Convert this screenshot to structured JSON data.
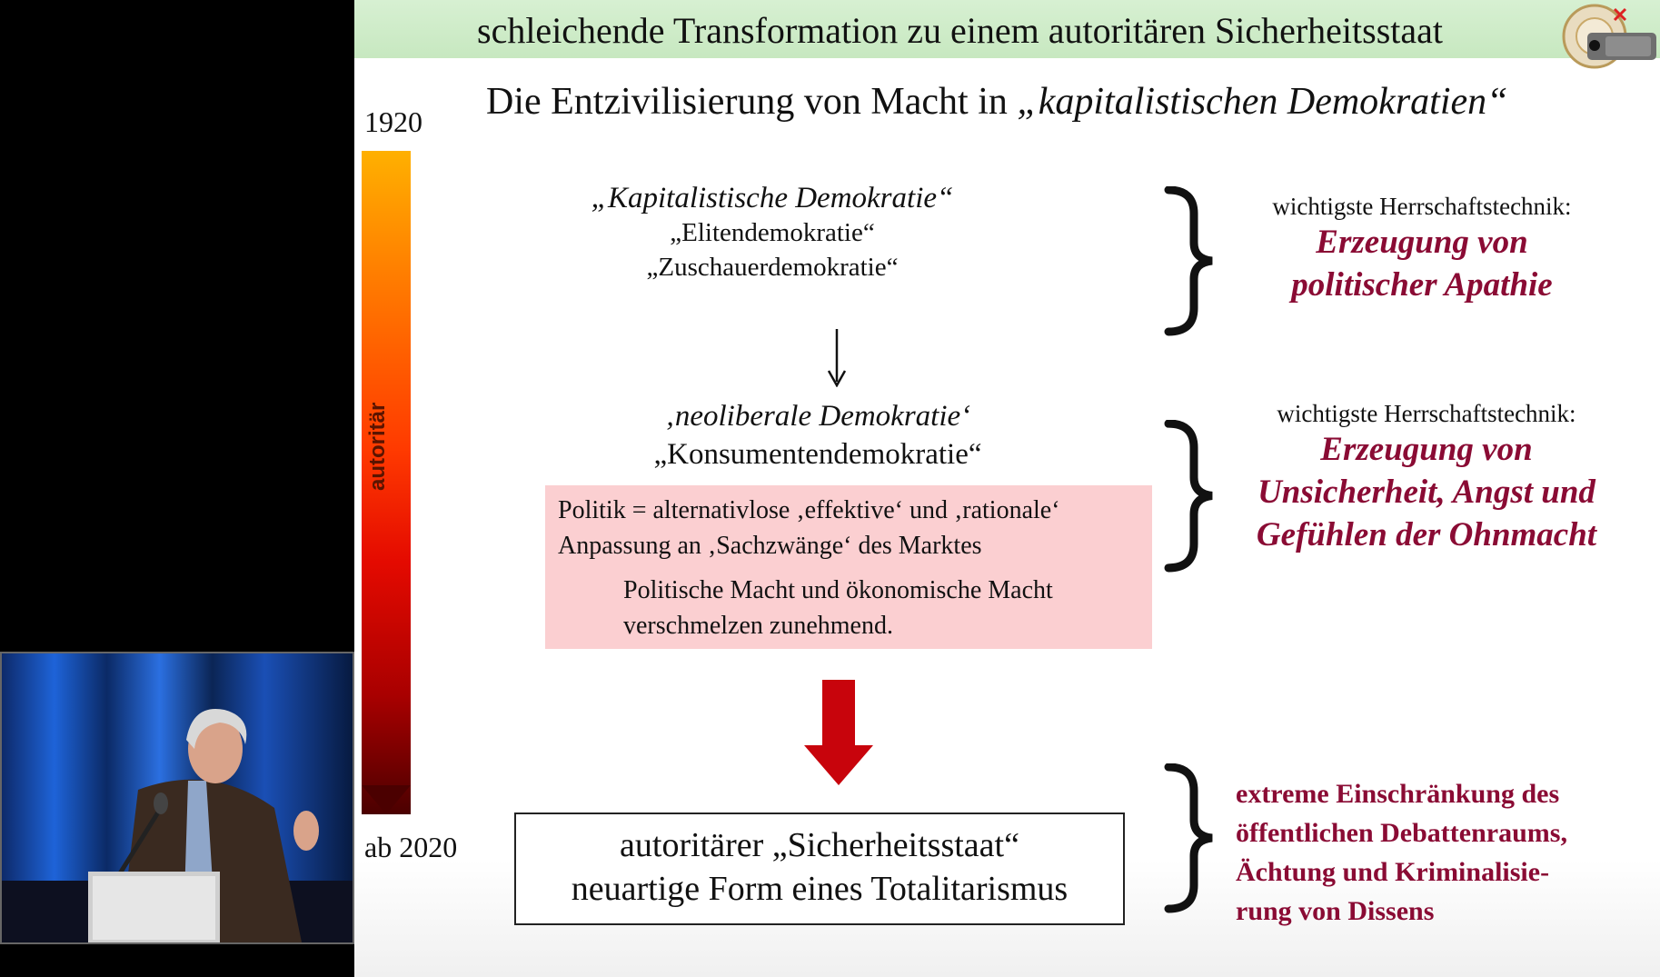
{
  "slide": {
    "header_title": "schleichende Transformation zu einem autoritären Sicherheitsstaat",
    "subtitle_prefix": "Die Entzivilisierung von Macht in ",
    "subtitle_emphasis": "„kapitalistischen Demokratien“"
  },
  "timeline": {
    "start_label": "1920",
    "end_label": "ab 2020",
    "bar_label": "autoritär"
  },
  "stages": [
    {
      "heading": "„Kapitalistische Demokratie“",
      "aliases": [
        "„Elitendemokratie“",
        "„Zuschauerdemokratie“"
      ]
    },
    {
      "heading": "‚neoliberale Demokratie‘",
      "aliases": [
        "„Konsumentendemokratie“"
      ],
      "box_text1": "Politik = alternativlose ‚effektive‘ und ‚rationale‘ Anpassung an ‚Sachzwänge‘ des Marktes",
      "box_text2": "Politische Macht und ökonomische Macht verschmelzen zunehmend."
    },
    {
      "line1": "autoritärer „Sicherheitsstaat“",
      "line2": "neuartige Form eines Totalitarismus"
    }
  ],
  "techniques": [
    {
      "label": "wichtigste Herrschaftstechnik:",
      "lines": [
        "Erzeugung von",
        "politischer Apathie"
      ]
    },
    {
      "label": "wichtigste Herrschaftstechnik:",
      "lines": [
        "Erzeugung von",
        "Unsicherheit, Angst und",
        "Gefühlen der Ohnmacht"
      ]
    }
  ],
  "consequences": {
    "lines": [
      "extreme Einschränkung des",
      "öffentlichen Debattenraums,",
      "Ächtung und Kriminalisie-",
      "rung von Dissens"
    ]
  },
  "colors": {
    "header_bg": "#c7e8c0",
    "accent_text": "#8a0b34",
    "box_bg": "#fbcfd1",
    "arrow_red": "#c8040c"
  }
}
